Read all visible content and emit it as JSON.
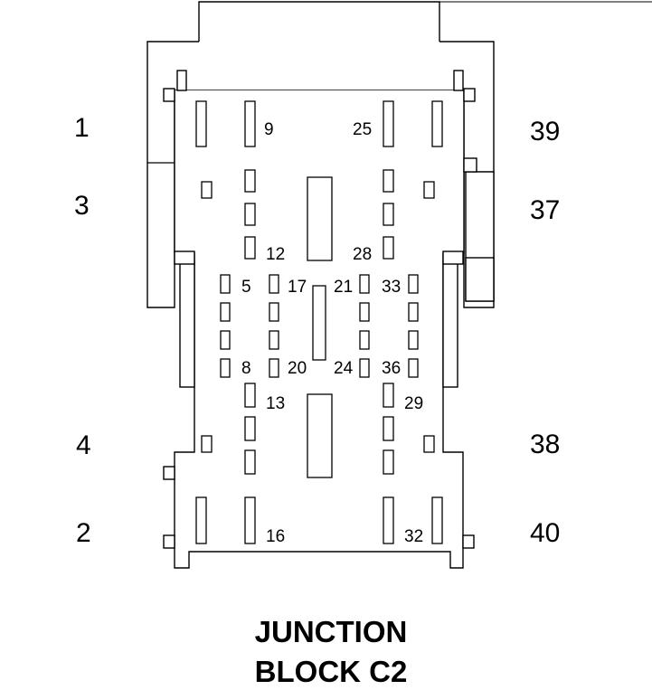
{
  "diagram": {
    "title_line1": "JUNCTION",
    "title_line2": "BLOCK C2",
    "outer_pin_labels": {
      "p1": "1",
      "p3": "3",
      "p4": "4",
      "p2": "2",
      "p39": "39",
      "p37": "37",
      "p38": "38",
      "p40": "40"
    },
    "inner_pin_labels": {
      "p9": "9",
      "p25": "25",
      "p12": "12",
      "p28": "28",
      "p5": "5",
      "p17": "17",
      "p21": "21",
      "p33": "33",
      "p8": "8",
      "p20": "20",
      "p24": "24",
      "p36": "36",
      "p13": "13",
      "p29": "29",
      "p16": "16",
      "p32": "32"
    }
  }
}
